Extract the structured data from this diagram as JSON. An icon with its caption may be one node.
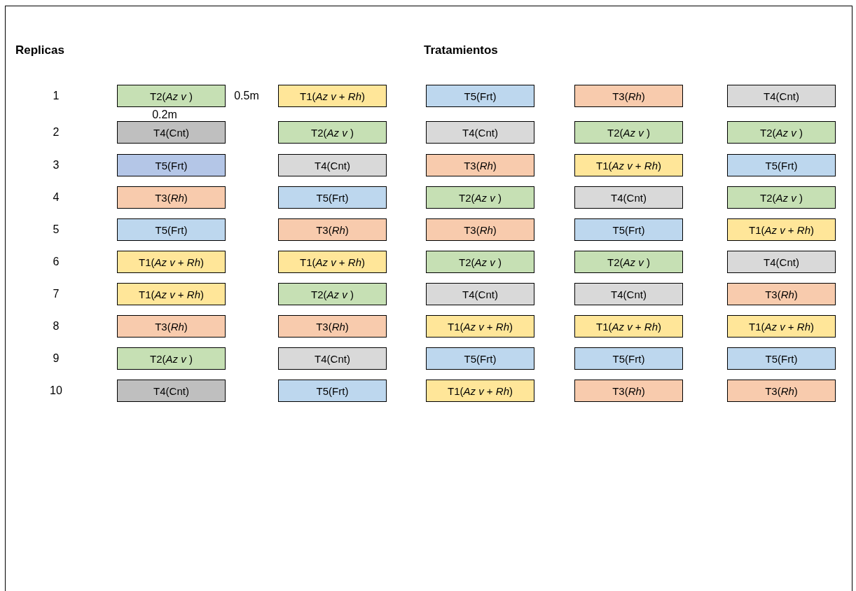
{
  "diagram": {
    "nodes": [
      {
        "text": [
          "T2(*Az v* )"
        ]
      },
      {
        "text": [
          "T1(*Az v* + *Rh*)"
        ]
      },
      {
        "text": [
          "T5(Frt)"
        ]
      },
      {
        "text": [
          "T3(*Rh*)"
        ]
      },
      {
        "text": [
          "T4(Cnt)"
        ]
      },
      {
        "text": [
          "T4(Cnt)"
        ]
      },
      {
        "text": [
          "T2(*Az v* )"
        ]
      },
      {
        "text": [
          "T4(Cnt)"
        ]
      },
      {
        "text": [
          "T2(*Az v* )"
        ]
      },
      {
        "text": [
          "T2(*Az v* )"
        ]
      },
      {
        "text": [
          "T5(Frt)"
        ]
      },
      {
        "text": [
          "T4(Cnt)"
        ]
      },
      {
        "text": [
          "T3(*Rh*)"
        ]
      },
      {
        "text": [
          "T1(*Az v* + *Rh*)"
        ]
      },
      {
        "text": [
          "T5(Frt)"
        ]
      },
      {
        "text": [
          "T3(*Rh*)"
        ]
      },
      {
        "text": [
          "T5(Frt)"
        ]
      },
      {
        "text": [
          "T2(*Az v* )"
        ]
      },
      {
        "text": [
          "T4(Cnt)"
        ]
      },
      {
        "text": [
          "T2(*Az v* )"
        ]
      },
      {
        "text": [
          "T5(Frt)"
        ]
      },
      {
        "text": [
          "T3(*Rh*)"
        ]
      },
      {
        "text": [
          "T3(*Rh*)"
        ]
      },
      {
        "text": [
          "T5(Frt)"
        ]
      },
      {
        "text": [
          "T1(*Az v* + *Rh*)"
        ]
      },
      {
        "text": [
          "T1(*Az v* + *Rh*)"
        ]
      },
      {
        "text": [
          "T1(*Az v* + *Rh*)"
        ]
      },
      {
        "text": [
          "T2(*Az v* )"
        ]
      },
      {
        "text": [
          "T2(*Az v* )"
        ]
      },
      {
        "text": [
          "T4(Cnt)"
        ]
      },
      {
        "text": [
          "T1(*Az v* + *Rh*)"
        ]
      },
      {
        "text": [
          "T2(*Az v* )"
        ]
      },
      {
        "text": [
          "T4(Cnt)"
        ]
      },
      {
        "text": [
          "T4(Cnt)"
        ]
      },
      {
        "text": [
          "T3(*Rh*)"
        ]
      },
      {
        "text": [
          "T3(*Rh*)"
        ]
      },
      {
        "text": [
          "T3(*Rh*)"
        ]
      },
      {
        "text": [
          "T1(*Az v* + *Rh*)"
        ]
      },
      {
        "text": [
          "T1(*Az v* + *Rh*)"
        ]
      },
      {
        "text": [
          "T1(*Az v* + *Rh*)"
        ]
      },
      {
        "text": [
          "T2(*Az v* )"
        ]
      },
      {
        "text": [
          "T4(Cnt)"
        ]
      },
      {
        "text": [
          "T5(Frt)"
        ]
      },
      {
        "text": [
          "T5(Frt)"
        ]
      },
      {
        "text": [
          "T5(Frt)"
        ]
      },
      {
        "text": [
          "T4(Cnt)"
        ]
      },
      {
        "text": [
          "T5(Frt)"
        ]
      },
      {
        "text": [
          "T1(*Az v* + *Rh*)"
        ]
      },
      {
        "text": [
          "T3(*Rh*)"
        ]
      },
      {
        "text": [
          "T3(*Rh*)"
        ]
      }
    ],
    "labels": [
      "Replicas",
      "Tratamientos",
      "1",
      "0.5m",
      "0.2m",
      "2",
      "3",
      "4",
      "5",
      "6",
      "7",
      "8",
      "9",
      "10"
    ]
  }
}
